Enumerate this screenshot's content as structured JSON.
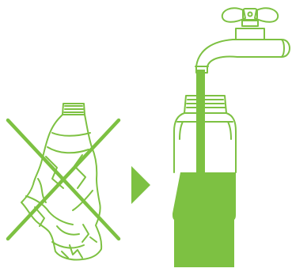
{
  "illustration": {
    "accent_color": "#7dc142",
    "background_color": "#ffffff",
    "panels": [
      {
        "role": "not-allowed",
        "icon": "crushed-plastic-bottle-icon",
        "overlay_icon": "cross-mark-icon"
      },
      {
        "role": "separator",
        "icon": "triangle-arrow-right-icon"
      },
      {
        "role": "allowed",
        "icon": "faucet-filling-reusable-bottle-icon"
      }
    ]
  }
}
